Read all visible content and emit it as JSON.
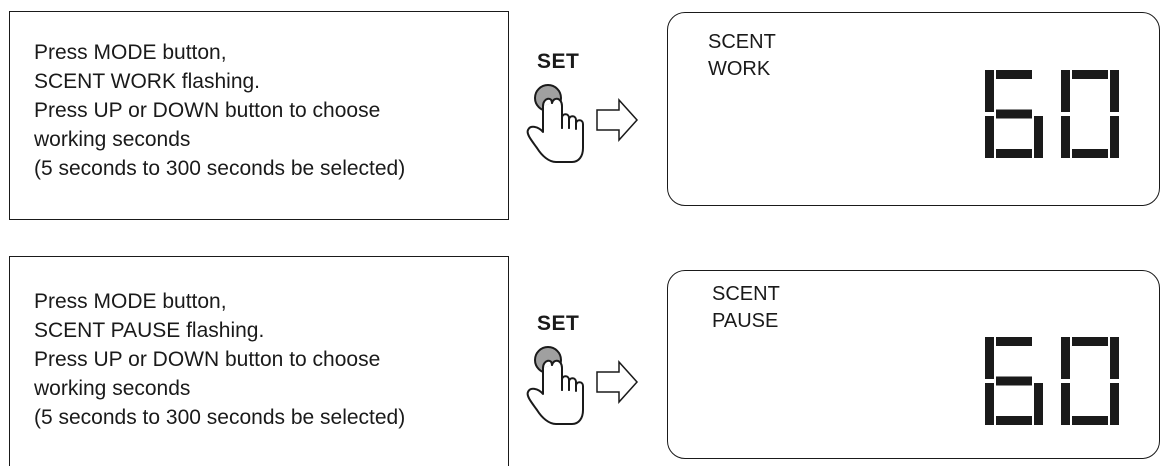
{
  "steps": [
    {
      "instructions": [
        "Press MODE button,",
        "SCENT WORK flashing.",
        "Press UP or DOWN button to choose",
        "working seconds",
        "(5 seconds to 300 seconds be selected)"
      ],
      "button_label": "SET",
      "display_label": [
        "SCENT",
        "WORK"
      ],
      "display_value": "60"
    },
    {
      "instructions": [
        "Press MODE button,",
        "SCENT PAUSE flashing.",
        "Press UP or DOWN button to choose",
        "working seconds",
        "(5 seconds to 300 seconds be selected)"
      ],
      "button_label": "SET",
      "display_label": [
        "SCENT",
        "PAUSE"
      ],
      "display_value": "60"
    }
  ],
  "icons": {
    "button": "round-button-icon",
    "hand": "pointing-hand-icon",
    "arrow": "right-arrow-icon"
  },
  "colors": {
    "button_fill": "#a0a0a0",
    "line": "#1a1a1a"
  }
}
